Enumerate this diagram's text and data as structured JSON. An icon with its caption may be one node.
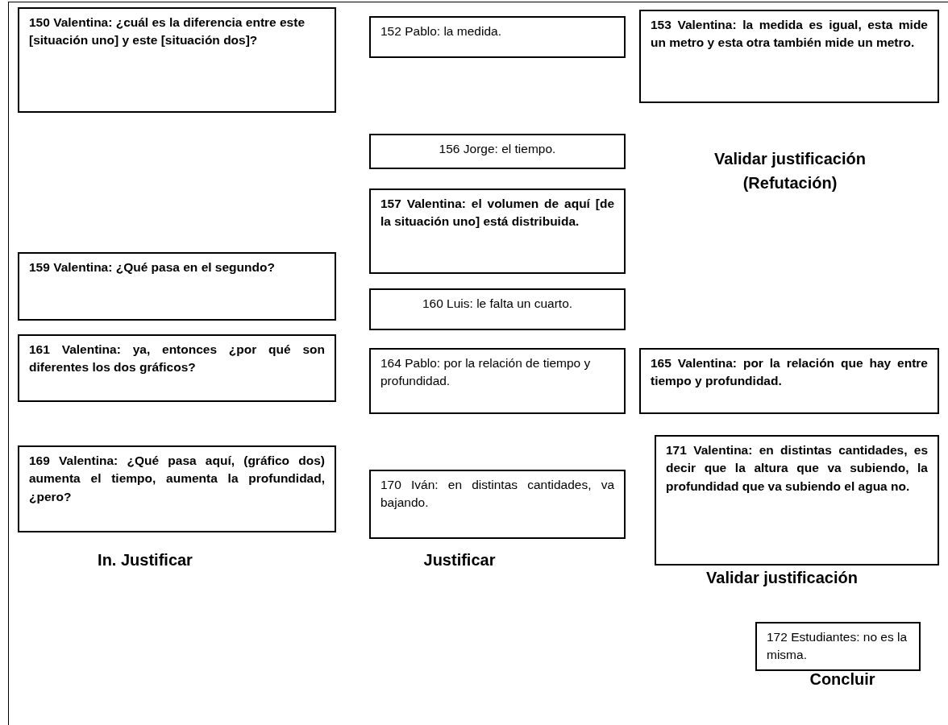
{
  "diagram": {
    "nodes": [
      {
        "text": [
          "150 Valentina: ¿cuál es la diferencia entre este [situación uno] y este [situación dos]?"
        ]
      },
      {
        "text": [
          "152 Pablo: la medida."
        ]
      },
      {
        "text": [
          "153 Valentina: la medida es igual, esta mide un metro y esta otra también mide un metro."
        ]
      },
      {
        "text": [
          "156 Jorge: el tiempo."
        ]
      },
      {
        "text": [
          "157 Valentina: el volumen de aquí [de la situación uno] está distribuida."
        ]
      },
      {
        "text": [
          "159 Valentina: ¿Qué pasa en el segundo?"
        ]
      },
      {
        "text": [
          "160 Luis: le falta un cuarto."
        ]
      },
      {
        "text": [
          "161 Valentina: ya, entonces ¿por qué son diferentes los dos gráficos?"
        ]
      },
      {
        "text": [
          "164 Pablo: por la relación de tiempo y profundidad."
        ]
      },
      {
        "text": [
          "165 Valentina: por la relación que hay entre tiempo y profundidad."
        ]
      },
      {
        "text": [
          "169 Valentina: ¿Qué pasa aquí, (gráfico dos) aumenta el tiempo, aumenta la profundidad, ¿pero?"
        ]
      },
      {
        "text": [
          "170 Iván: en distintas cantidades, va bajando."
        ]
      },
      {
        "text": [
          "171 Valentina: en distintas cantidades, es decir que la altura que va subiendo, la profundidad que va subiendo el agua no."
        ]
      },
      {
        "text": [
          "172 Estudiantes: no es la misma."
        ]
      }
    ],
    "labels": [
      "Validar justificación (Refutación)",
      "In. Justificar",
      "Justificar",
      "Validar justificación",
      "Concluir"
    ]
  }
}
